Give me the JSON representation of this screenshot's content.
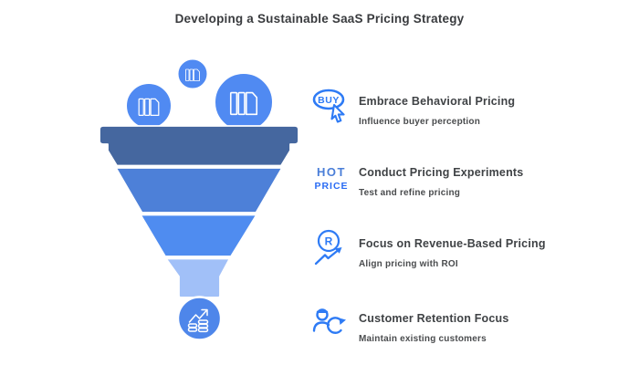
{
  "title": "Developing a Sustainable SaaS Pricing Strategy",
  "colors": {
    "title": "#393b3e",
    "heading": "#3f4245",
    "subtitle": "#4a4c4e",
    "accent": "#2e7bf5",
    "hot": "#4a7ed8",
    "price": "#2a6cf4",
    "seg-rim": "#45679f",
    "seg-2": "#4d80d8",
    "seg-3": "#4f8cf0",
    "seg-4": "#a1c0f8",
    "bubble": "#508af2",
    "bottom-circle": "#4e86ea"
  },
  "funnel": {
    "segment_colors": [
      "#45679f",
      "#4d80d8",
      "#4f8cf0",
      "#a1c0f8"
    ],
    "top_bubble_icon": "books-icon",
    "bottom_circle_icon": "growth-coins-icon"
  },
  "items": [
    {
      "heading": "Embrace Behavioral Pricing",
      "subtitle": "Influence buyer perception",
      "icon": "buy-bubble-cursor-icon",
      "icon_text": "BUY"
    },
    {
      "heading": "Conduct Pricing Experiments",
      "subtitle": "Test and refine pricing",
      "icon": "hot-price-icon",
      "icon_text_top": "HOT",
      "icon_text_bottom": "PRICE"
    },
    {
      "heading": "Focus on Revenue-Based Pricing",
      "subtitle": "Align pricing with ROI",
      "icon": "registered-growth-icon",
      "icon_text": "R"
    },
    {
      "heading": "Customer Retention Focus",
      "subtitle": "Maintain existing customers",
      "icon": "customer-refresh-icon"
    }
  ]
}
